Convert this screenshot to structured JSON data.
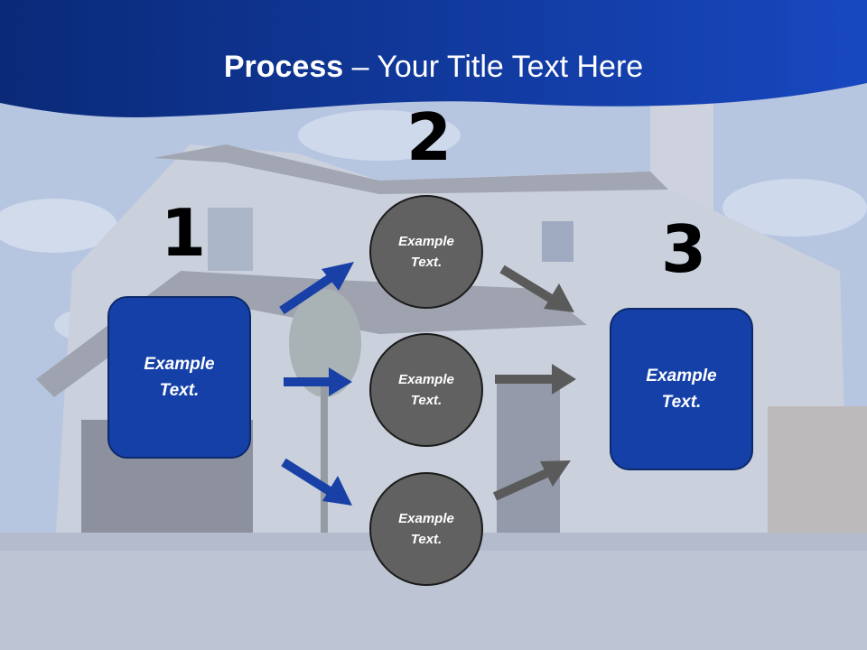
{
  "title": {
    "bold": "Process",
    "rest": " – Your Title Text Here"
  },
  "steps": [
    {
      "number": "1",
      "box_label": "Example\nText."
    },
    {
      "number": "2",
      "circles": [
        "Example\nText.",
        "Example\nText.",
        "Example\nText."
      ]
    },
    {
      "number": "3",
      "box_label": "Example\nText."
    }
  ],
  "colors": {
    "header_blue": "#0d2f86",
    "box_blue": "#1540a8",
    "circle_gray": "#616161",
    "arrow_blue": "#1840a6",
    "arrow_gray": "#5a5a5a"
  }
}
